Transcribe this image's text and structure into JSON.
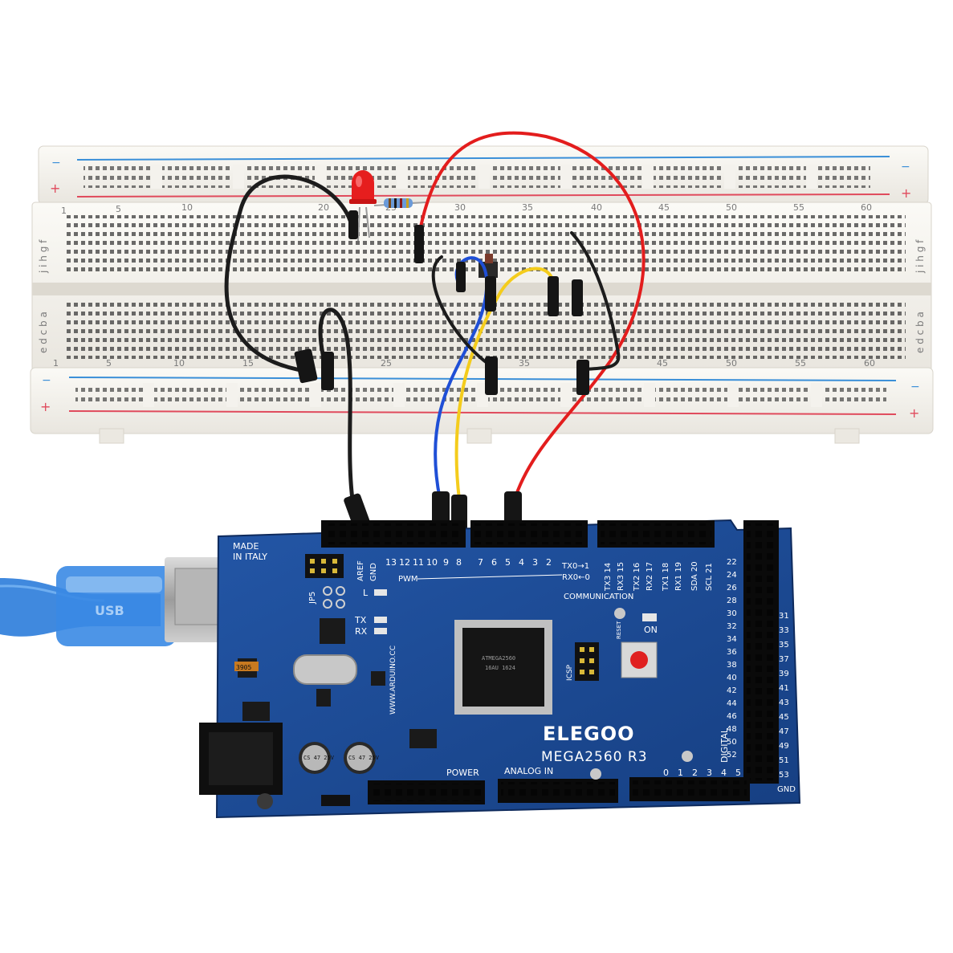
{
  "breadboard": {
    "top_numbers": [
      "1",
      "5",
      "10",
      "20",
      "25",
      "30",
      "35",
      "40",
      "45",
      "50",
      "55",
      "60"
    ],
    "bottom_numbers": [
      "1",
      "5",
      "10",
      "15",
      "25",
      "35",
      "45",
      "50",
      "55",
      "60"
    ],
    "rows_top": "a b c d e f g h i j",
    "rows_left_top": "j i h g f",
    "rows_left_bottom": "e d c b a",
    "rows_right_top": "j i h g f",
    "rows_right_bottom": "e d c b a",
    "plus": "+",
    "minus": "−"
  },
  "board": {
    "made_in": "MADE",
    "made_in2": "IN ITALY",
    "brand": "ELEGOO",
    "model": "MEGA2560  R3",
    "website": "WWW.ARDUINO.CC",
    "pwm": "PWM",
    "communication": "COMMUNICATION",
    "aref": "AREF",
    "gnd": "GND",
    "tx": "TX",
    "rx": "RX",
    "l": "L",
    "on": "ON",
    "jp5": "JP5",
    "icsp": "ICSP",
    "digital": "DIGITAL",
    "power": "POWER",
    "analog_in": "ANALOG  IN",
    "reset": "RESET",
    "pwm_pins": [
      "13",
      "12",
      "11",
      "10",
      "9",
      "8",
      "7",
      "6",
      "5",
      "4",
      "3",
      "2"
    ],
    "comm_pins": [
      "TX0→1",
      "RX0←0",
      "TX3 14",
      "RX3 15",
      "TX2 16",
      "RX2 17",
      "TX1 18",
      "RX1 19",
      "SDA 20",
      "SCL 21"
    ],
    "left_col": [
      "22",
      "24",
      "26",
      "28",
      "30",
      "32",
      "34",
      "36",
      "38",
      "40",
      "42",
      "44",
      "46",
      "48",
      "50",
      "52"
    ],
    "right_col": [
      "31",
      "33",
      "35",
      "37",
      "39",
      "41",
      "43",
      "45",
      "47",
      "49",
      "51",
      "53"
    ],
    "right_gnd": "GND",
    "analog_pins": [
      "0",
      "1",
      "2",
      "3",
      "4",
      "5"
    ],
    "cap1": "CS 47 25V",
    "cap2": "CS 47 25V",
    "chip_label": "ATMEGA2560",
    "chip_label2": "16AU 1624",
    "ic_3905": "3905",
    "usb_logo": "USB"
  },
  "colors": {
    "breadboard": "#f4f2ed",
    "pcb": "#1c4c96",
    "wire_red": "#e31d1d",
    "wire_black": "#1c1c1c",
    "wire_blue": "#1f4fd6",
    "wire_yellow": "#f4cc1c",
    "rail_red": "#e04a5c",
    "rail_blue": "#3a8fd8"
  }
}
